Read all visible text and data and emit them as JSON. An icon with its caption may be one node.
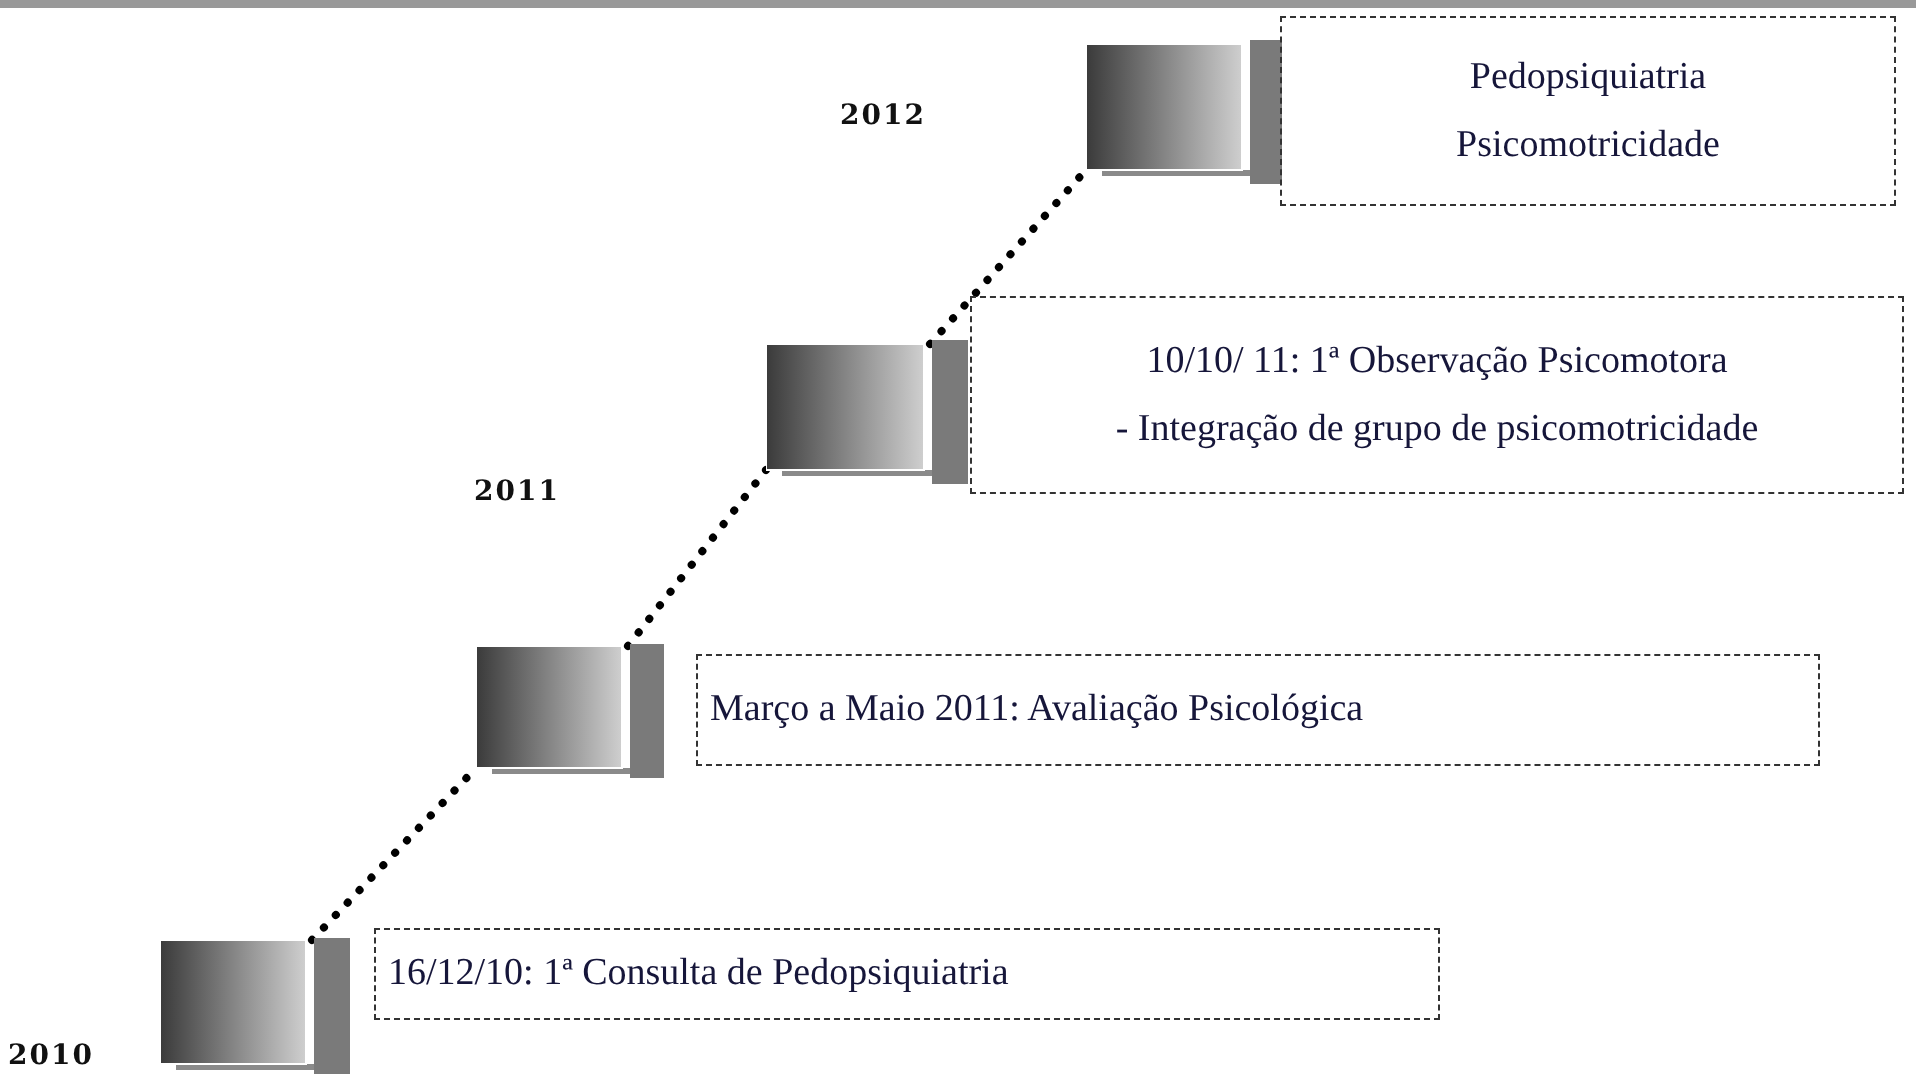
{
  "diagram": {
    "nodes": [
      {
        "text": [],
        "shape": "box"
      },
      {
        "text": [],
        "shape": "box"
      },
      {
        "text": [],
        "shape": "box"
      },
      {
        "text": [],
        "shape": "box"
      },
      {
        "text": [
          "Pedopsiquiatria",
          "Psicomotricidade"
        ]
      },
      {
        "text": [
          "10/10/ 11: 1ª Observação Psicomotora",
          "- Integração de grupo de psicomotricidade"
        ]
      },
      {
        "text": [
          "Março a Maio 2011: Avaliação Psicológica"
        ]
      },
      {
        "text": [
          "16/12/10: 1ª Consulta de Pedopsiquiatria"
        ]
      }
    ],
    "edges": [
      {
        "from": 0,
        "to": 1,
        "arrow": "none",
        "style": "dashed"
      },
      {
        "from": 1,
        "to": 2,
        "arrow": "none",
        "style": "dashed"
      },
      {
        "from": 2,
        "to": 3,
        "arrow": "none",
        "style": "dashed"
      }
    ],
    "labels": [
      "2012",
      "2011",
      "2010"
    ]
  }
}
